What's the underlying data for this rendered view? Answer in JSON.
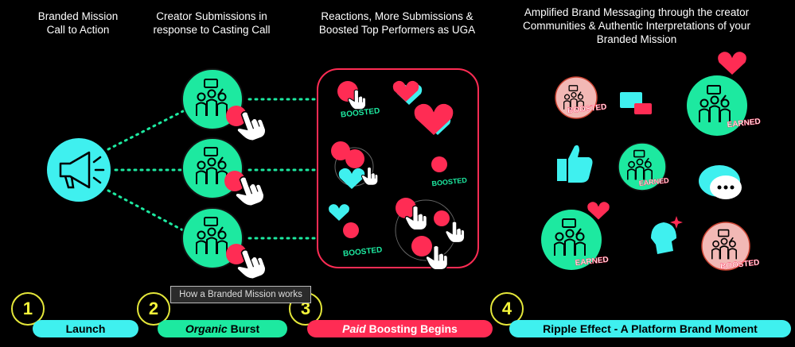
{
  "headers": {
    "h1": [
      "Branded Mission",
      "Call to Action"
    ],
    "h2": [
      "Creator Submissions in",
      "response to Casting Call"
    ],
    "h3": [
      "Reactions, More Submissions &",
      "Boosted Top Performers as UGA"
    ],
    "h4": [
      "Amplified Brand Messaging through the creator",
      "Communities & Authentic Interpretations of your",
      "Branded Mission"
    ]
  },
  "badges": {
    "boosted": "BOOSTED",
    "earned": "EARNED"
  },
  "steps": [
    {
      "number": "1",
      "label_em": "",
      "label": "Launch"
    },
    {
      "number": "2",
      "label_em": "Organic",
      "label": " Burst"
    },
    {
      "number": "3",
      "label_em": "Paid",
      "label": " Boosting Begins"
    },
    {
      "number": "4",
      "label_em": "",
      "label": "Ripple Effect - A Platform Brand Moment"
    }
  ],
  "tooltip": "How a Branded Mission works",
  "colors": {
    "green": "#1de9a0",
    "cyan": "#3ff0ef",
    "red": "#ff2c54",
    "yellow": "#f4f53a",
    "pink": "#f2b8b5"
  }
}
